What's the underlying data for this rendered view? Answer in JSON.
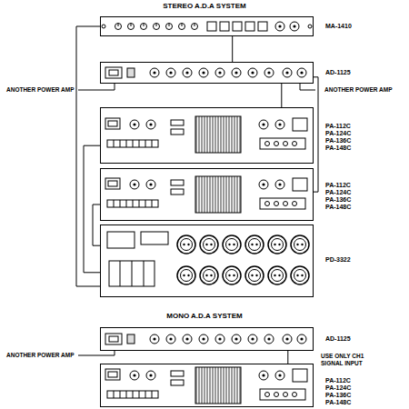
{
  "diagram": {
    "title": "STEREO A.D.A SYSTEM",
    "nodes": [
      {
        "text": [
          "MA-1410"
        ]
      },
      {
        "text": [
          "AD-1125"
        ]
      },
      {
        "text": [
          "PA-112C",
          "PA-124C",
          "PA-136C",
          "PA-148C"
        ]
      },
      {
        "text": [
          "PA-112C",
          "PA-124C",
          "PA-136C",
          "PA-148C"
        ]
      },
      {
        "text": [
          "PD-3322"
        ]
      },
      {
        "text": [
          "AD-1125"
        ]
      },
      {
        "text": [
          "PA-112C",
          "PA-124C",
          "PA-136C",
          "PA-148C"
        ]
      }
    ],
    "edges": [
      {
        "from": 0,
        "to": 1,
        "arrow": "none"
      },
      {
        "from": 1,
        "to": 2,
        "arrow": "none"
      },
      {
        "from": 1,
        "to": 3,
        "arrow": "none"
      },
      {
        "from": 4,
        "to": 2,
        "arrow": "none"
      },
      {
        "from": 4,
        "to": 3,
        "arrow": "none"
      },
      {
        "from": 0,
        "to": 4,
        "arrow": "none"
      },
      {
        "from": 5,
        "to": 6,
        "arrow": "none"
      }
    ],
    "labels": [
      "ANOTHER POWER AMP",
      "ANOTHER POWER AMP",
      "MONO A.D.A SYSTEM",
      "ANOTHER POWER AMP",
      "USE ONLY CH1 SIGNAL INPUT"
    ]
  }
}
